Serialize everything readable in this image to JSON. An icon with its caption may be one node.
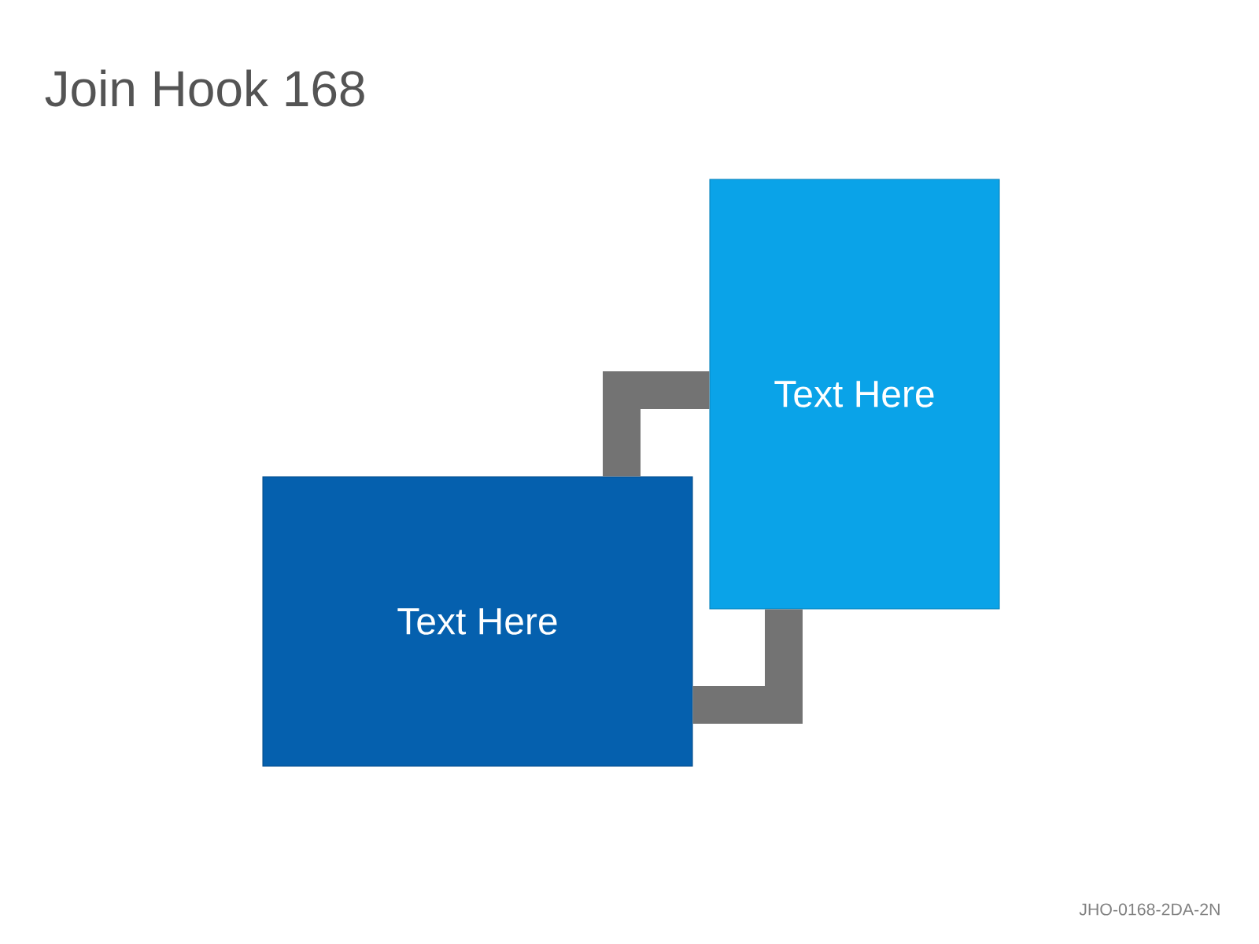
{
  "diagram": {
    "title": "Join Hook 168",
    "nodes": [
      {
        "text": [
          "Text Here"
        ]
      },
      {
        "text": [
          "Text Here"
        ]
      }
    ],
    "edges": [
      {
        "from": 0,
        "to": 1,
        "arrow": "none"
      }
    ],
    "labels": [
      "JHO-0168-2DA-2N"
    ]
  }
}
